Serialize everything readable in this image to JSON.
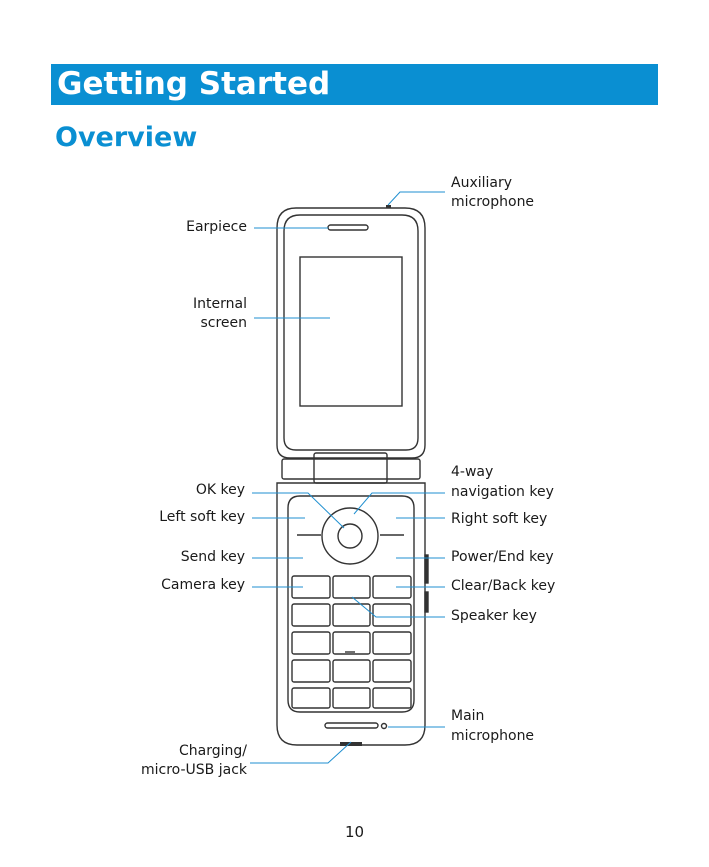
{
  "chapter": {
    "title": "Getting Started"
  },
  "section": {
    "title": "Overview"
  },
  "labels": {
    "aux_mic_1": "Auxiliary",
    "aux_mic_2": "microphone",
    "earpiece": "Earpiece",
    "internal_screen_1": "Internal",
    "internal_screen_2": "screen",
    "ok_key": "OK  key",
    "left_soft_key": "Left  soft  key",
    "send_key": "Send  key",
    "camera_key": "Camera  key",
    "nav_key_1": "4-way",
    "nav_key_2": "navigation key",
    "right_soft_key": "Right soft key",
    "power_end_key": "Power/End key",
    "clear_back_key": "Clear/Back key",
    "speaker_key": "Speaker key",
    "main_mic_1": "Main",
    "main_mic_2": "microphone",
    "charging_1": "Charging/",
    "charging_2": "micro-USB jack"
  },
  "page": {
    "number": "10"
  },
  "colors": {
    "accent": "#0a8fd2",
    "callout_line": "#1f8fd0"
  }
}
